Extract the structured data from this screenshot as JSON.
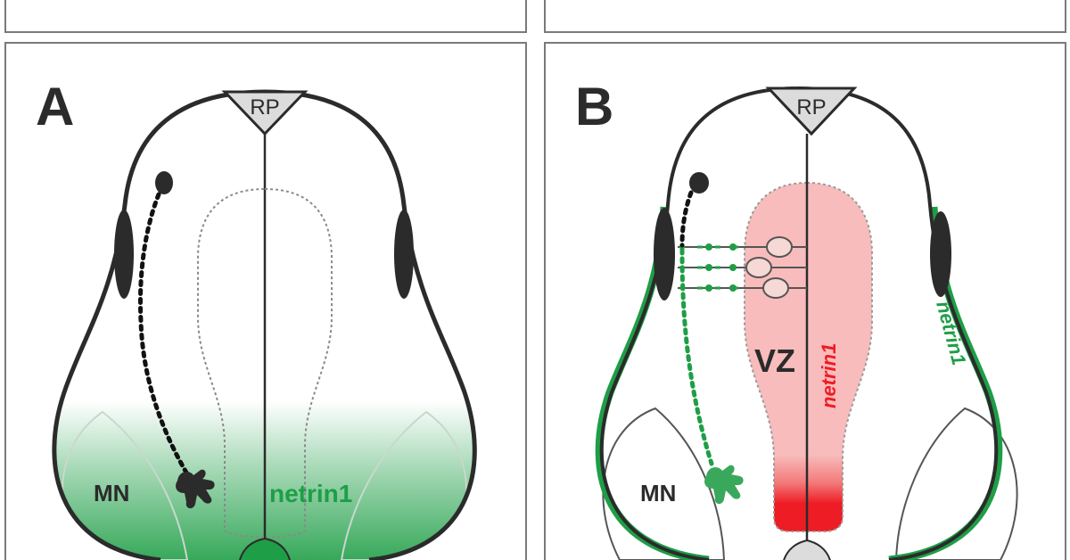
{
  "panels": [
    {
      "letter": "A",
      "rp": "RP",
      "mn": "MN",
      "netrin": "netrin1"
    },
    {
      "letter": "B",
      "rp": "RP",
      "mn": "MN",
      "vz": "VZ",
      "netrin_floor": "netrin1",
      "netrin_pial": "netrin1"
    }
  ],
  "colors": {
    "outline": "#2b2b2b",
    "green": "#1e9e46",
    "green_dark": "#1f8c3a",
    "netrin_red": "#ee1c24",
    "vz_fill": "#f8bcbc",
    "neuron_fill": "#f6d8d4",
    "rp_fill": "#dcdcdc"
  },
  "icons": [
    "growth-cone-icon",
    "cell-body-icon"
  ]
}
